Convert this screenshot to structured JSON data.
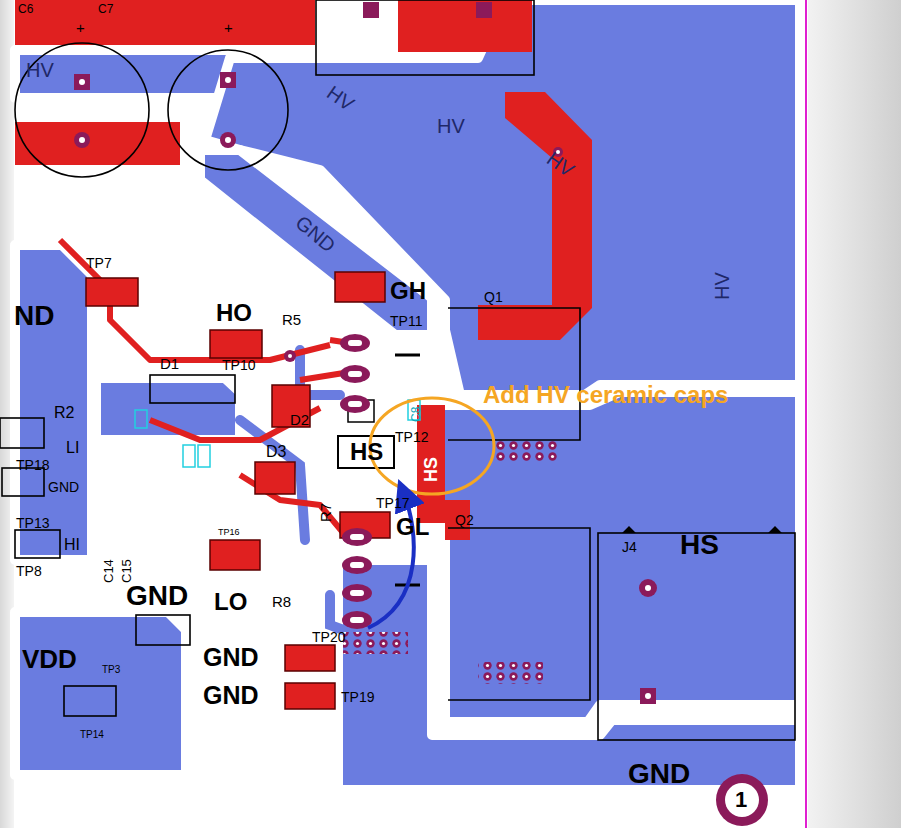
{
  "diagram": {
    "labels": [
      "C6",
      "C7",
      "+",
      "+",
      "HV",
      "HV",
      "HV",
      "HV",
      "HV",
      "GND",
      "TP7",
      "ND",
      "GH",
      "Q1",
      "HO",
      "R5",
      "TP11",
      "TP10",
      "D1",
      "R2",
      "LI",
      "TP18",
      "GND",
      "TP13",
      "HI",
      "TP8",
      "C14",
      "C15",
      "D3",
      "TP16",
      "R7",
      "TP17",
      "GL",
      "Q2",
      "GND",
      "LO",
      "R8",
      "VDD",
      "TP3",
      "TP20",
      "GND",
      "GND",
      "TP19",
      "TP14",
      "J4",
      "HS",
      "GND",
      "HS",
      "TP12",
      "HS",
      "D2",
      "C8",
      "Add HV ceramic caps",
      "1"
    ]
  }
}
